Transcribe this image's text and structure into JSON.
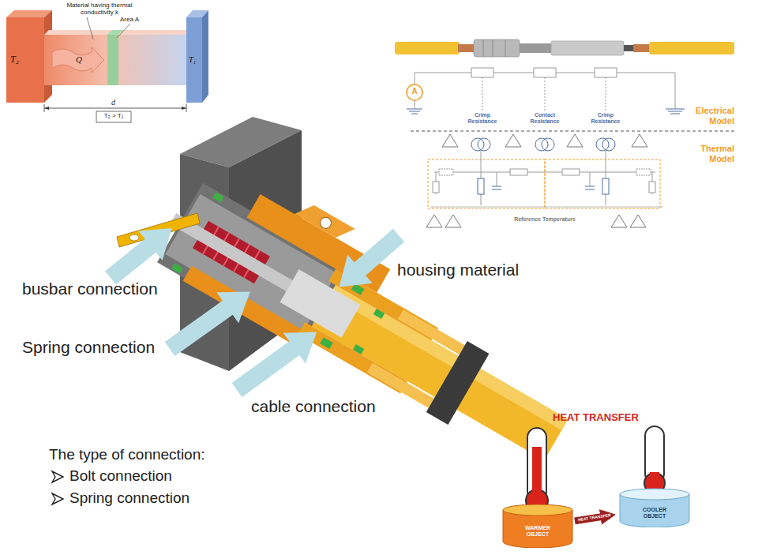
{
  "diagram": {
    "nodes": [
      {
        "text": [
          "T₂"
        ]
      },
      {
        "text": [
          "T₁"
        ]
      },
      {
        "text": [
          "WARMER OBJECT"
        ]
      },
      {
        "text": [
          "COOLER OBJECT"
        ]
      }
    ],
    "edges": [
      {
        "from": 2,
        "to": 3,
        "arrow": "to",
        "label": "HEAT TRANSFER"
      }
    ],
    "labels": [
      "Material having thermal conductivity k",
      "Area A",
      "Q",
      "d",
      "T₂ > T₁",
      "A",
      "Crimp Resistance",
      "Contact Resistance",
      "Crimp Resistance",
      "Electrical Model",
      "Thermal Model",
      "Reference Temperature",
      "busbar connection",
      "housing material",
      "Spring connection",
      "cable connection",
      "The type of connection:",
      "Bolt connection",
      "Spring connection",
      "HEAT TRANSFER"
    ]
  }
}
